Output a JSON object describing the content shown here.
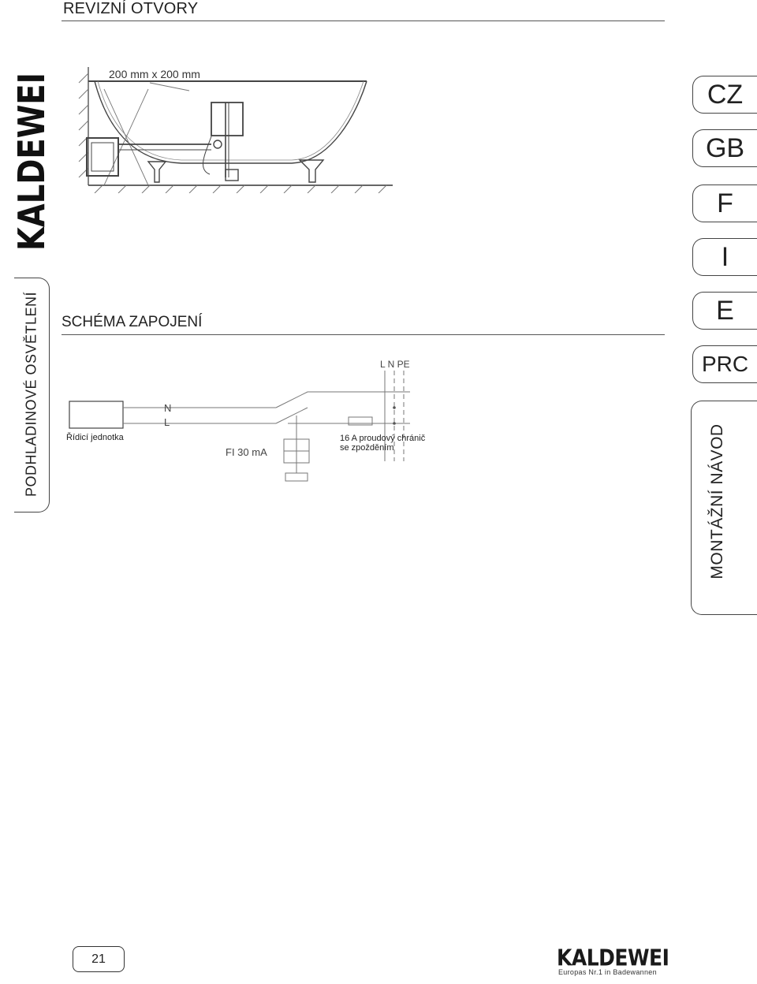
{
  "header": {
    "section_title": "REVIZNÍ OTVORY"
  },
  "brand": {
    "name": "KALDEWEI",
    "slogan": "Europas Nr.1 in Badewannen"
  },
  "side_tab": {
    "label": "PODHLADINOVÉ OSVĚTLENÍ"
  },
  "install_drawing": {
    "dimension_label": "200 mm x 200 mm"
  },
  "schema": {
    "title": "SCHÉMA ZAPOJENÍ",
    "control_unit_label": "Řídicí jednotka",
    "terminal_n": "N",
    "terminal_l": "L",
    "rcd_label": "FI 30 mA",
    "breaker_label": "16 A proudový chránič se zpožděním",
    "mains_label": "L N PE"
  },
  "language_tabs": [
    "CZ",
    "GB",
    "F",
    "I",
    "E",
    "PRC"
  ],
  "manual_tab": {
    "label": "MONTÁŽNÍ NÁVOD"
  },
  "footer": {
    "page_number": "21"
  }
}
